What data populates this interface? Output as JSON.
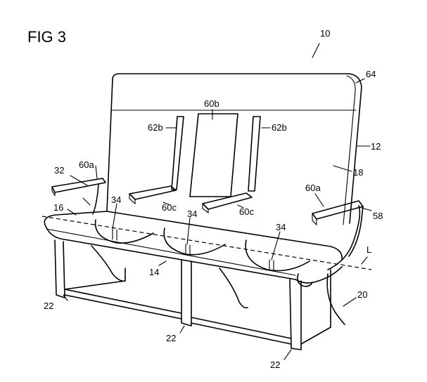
{
  "figure": {
    "title": "FIG 3",
    "labels": {
      "l10": "10",
      "l64": "64",
      "l60b": "60b",
      "l62b_left": "62b",
      "l62b_right": "62b",
      "l12": "12",
      "l18": "18",
      "l32": "32",
      "l60a_left": "60a",
      "l60a_right": "60a",
      "l16": "16",
      "l34_a": "34",
      "l34_b": "34",
      "l34_c": "34",
      "l60c_left": "60c",
      "l60c_right": "60c",
      "l58": "58",
      "lL": "L",
      "l14": "14",
      "l20": "20",
      "l22_a": "22",
      "l22_b": "22",
      "l22_c": "22"
    }
  }
}
